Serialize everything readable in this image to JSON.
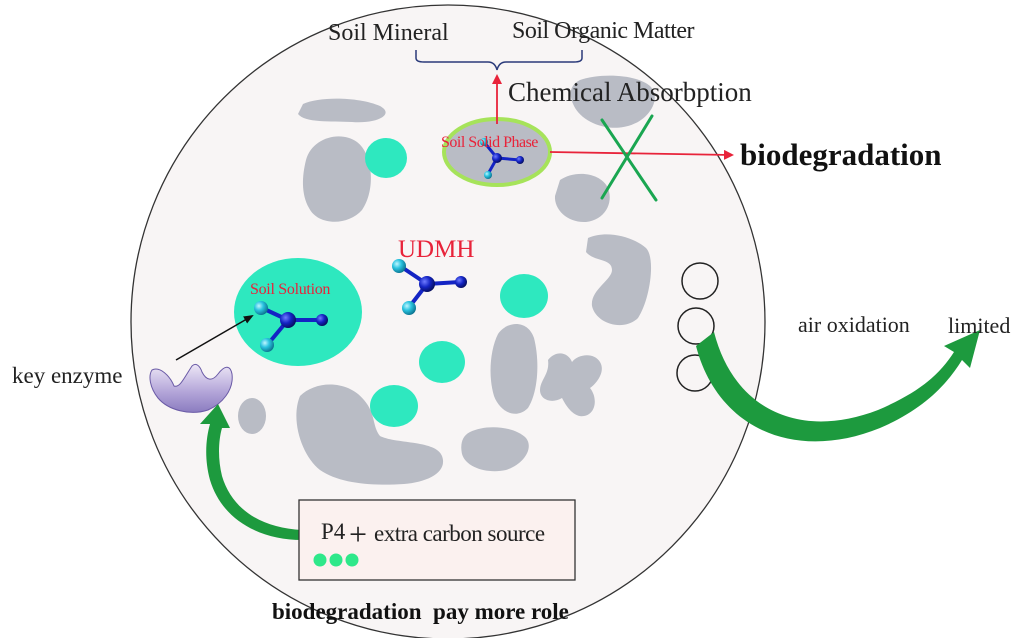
{
  "labels": {
    "soil_mineral": "Soil Mineral",
    "soil_organic_matter": "Soil Organic Matter",
    "chemical_absorption": "Chemical Absorbption",
    "soil_solid_phase": "Soil Solid Phase",
    "biodegradation": "biodegradation",
    "udmh": "UDMH",
    "soil_solution": "Soil Solution",
    "key_enzyme": "key enzyme",
    "air_oxidation": "air oxidation",
    "limited": "limited",
    "p4": "P4",
    "plus": "+",
    "extra_carbon_source": "extra carbon source",
    "bottom_caption": "biodegradation  pay more role"
  },
  "colors": {
    "particle_gray": "#b9bcc5",
    "droplet_green": "#2ee8bf",
    "phase_outline": "#a6e35a",
    "accent_red": "#e8233a",
    "arrow_green": "#1d9a3e",
    "molecule_blue": "#1424c4",
    "molecule_cyan": "#2bb7d6",
    "circle_fill": "#f8f5f5"
  }
}
